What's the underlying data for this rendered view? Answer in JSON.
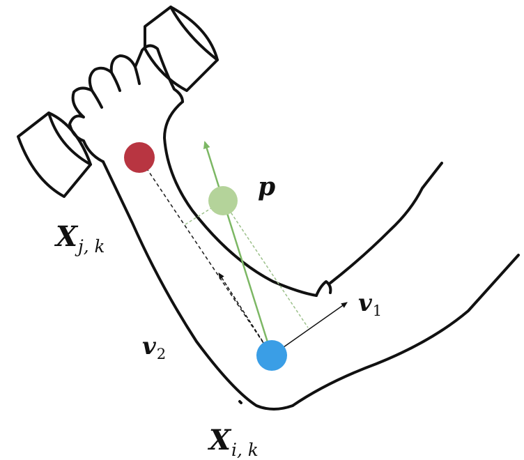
{
  "labels": {
    "p": "p",
    "xjk_main": "X",
    "xjk_sub": "j, k",
    "xik_main": "X",
    "xik_sub": "i, k",
    "v1_main": "v",
    "v1_sub": "1",
    "v2_main": "v",
    "v2_sub": "2"
  },
  "colors": {
    "outline": "#111111",
    "red_marker": "#b83541",
    "green_marker": "#b4d39a",
    "blue_marker": "#3a9ee6",
    "green_arrow": "#7cb764",
    "dash_black": "#222222",
    "dash_green": "#9cc08a"
  }
}
